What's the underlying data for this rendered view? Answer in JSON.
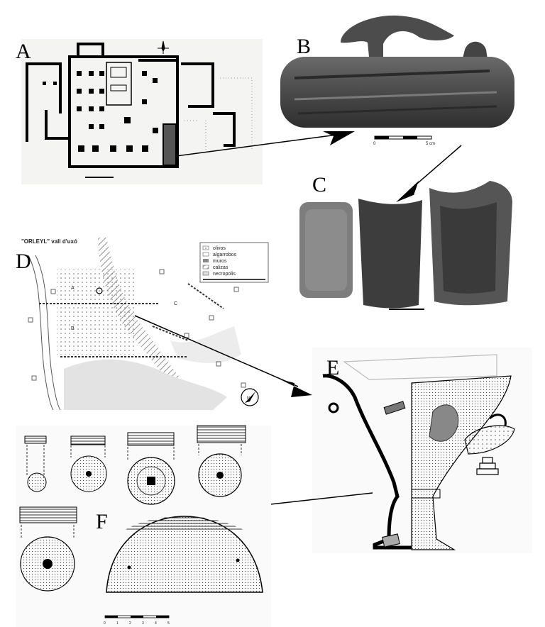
{
  "panels": {
    "a": {
      "label": "A"
    },
    "b": {
      "label": "B",
      "scale_zero": "0",
      "scale_end": "5 cm"
    },
    "c": {
      "label": "C"
    },
    "d": {
      "label": "D",
      "map_title": "\"ORLEYL\"  vall d'uxó",
      "legend": [
        "olivos",
        "algarrobos",
        "muros",
        "calizas",
        "necropolis"
      ],
      "zones": [
        "A",
        "B",
        "C"
      ],
      "north": "N"
    },
    "e": {
      "label": "E"
    },
    "f": {
      "label": "F",
      "scale_ticks": [
        "0",
        "1",
        "2",
        "3",
        "4",
        "5"
      ]
    }
  },
  "colors": {
    "ink": "#000000",
    "stone_dark": "#3a3a3a",
    "stone_mid": "#6b6b6b",
    "paper": "#f6f6f4"
  }
}
